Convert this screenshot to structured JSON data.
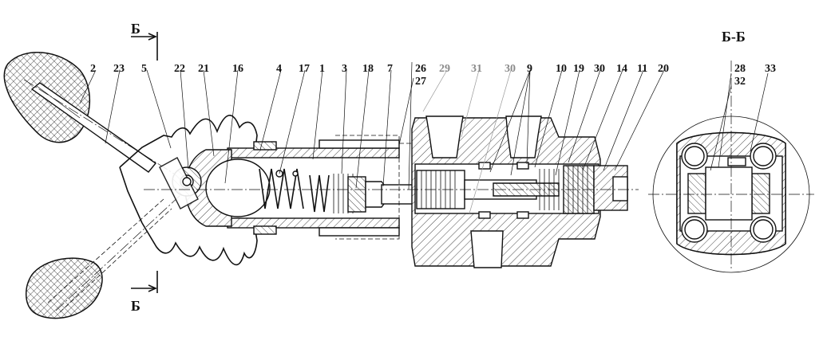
{
  "section_marks": {
    "top": "Б",
    "bottom": "Б",
    "view_title": "Б-Б"
  },
  "callouts_main": [
    "2",
    "23",
    "5",
    "22",
    "21",
    "16",
    "4",
    "17",
    "1",
    "3",
    "18",
    "7",
    "26",
    "27",
    "29",
    "31",
    "30",
    "9",
    "10",
    "19",
    "30",
    "14",
    "11",
    "20"
  ],
  "callouts_section": [
    "28",
    "32",
    "33"
  ],
  "colors": {
    "line": "#111111",
    "hatch": "#333333",
    "gray_label": "#8a8a8a",
    "background": "#ffffff"
  }
}
